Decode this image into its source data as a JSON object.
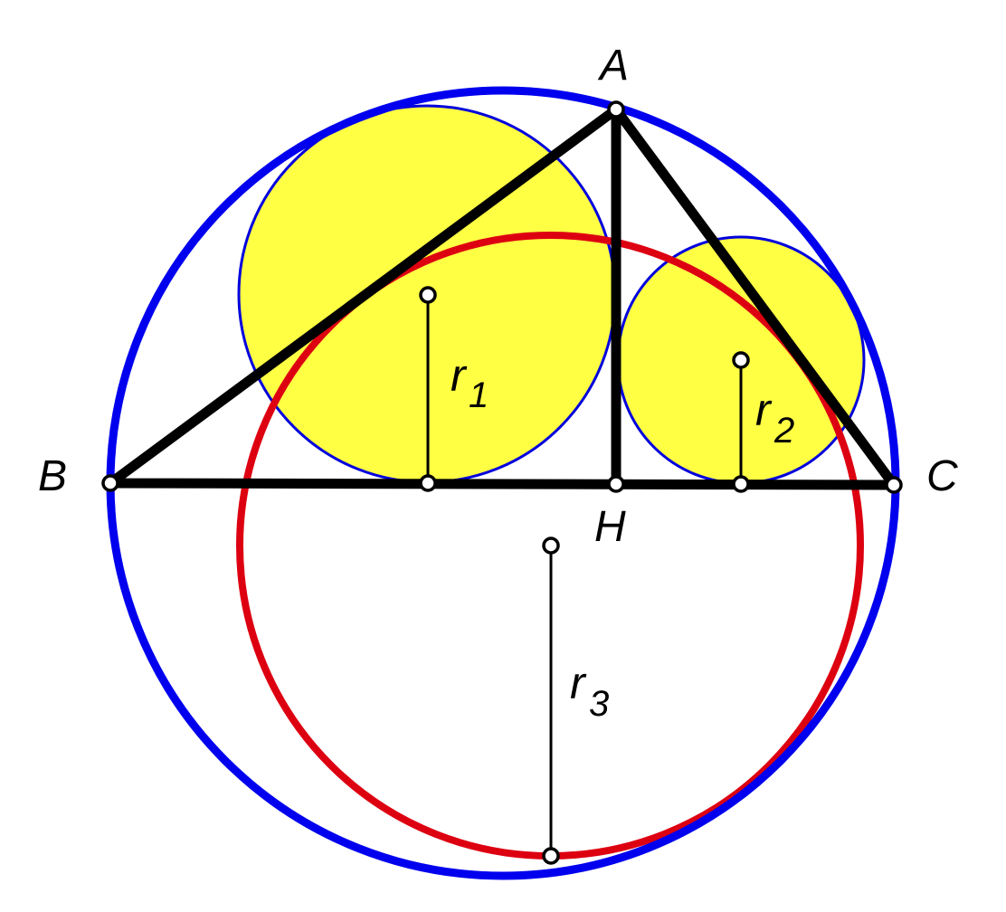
{
  "colors": {
    "circumcircle": "#0000ee",
    "red_circle": "#dd0011",
    "incircle_fill": "#ffff44",
    "incircle_stroke": "#0000dd",
    "triangle": "#000000",
    "background": "#ffffff"
  },
  "labels": {
    "A": "A",
    "B": "B",
    "C": "C",
    "H": "H",
    "r1": "r",
    "r1_sub": "1",
    "r2": "r",
    "r2_sub": "2",
    "r3": "r",
    "r3_sub": "3"
  }
}
